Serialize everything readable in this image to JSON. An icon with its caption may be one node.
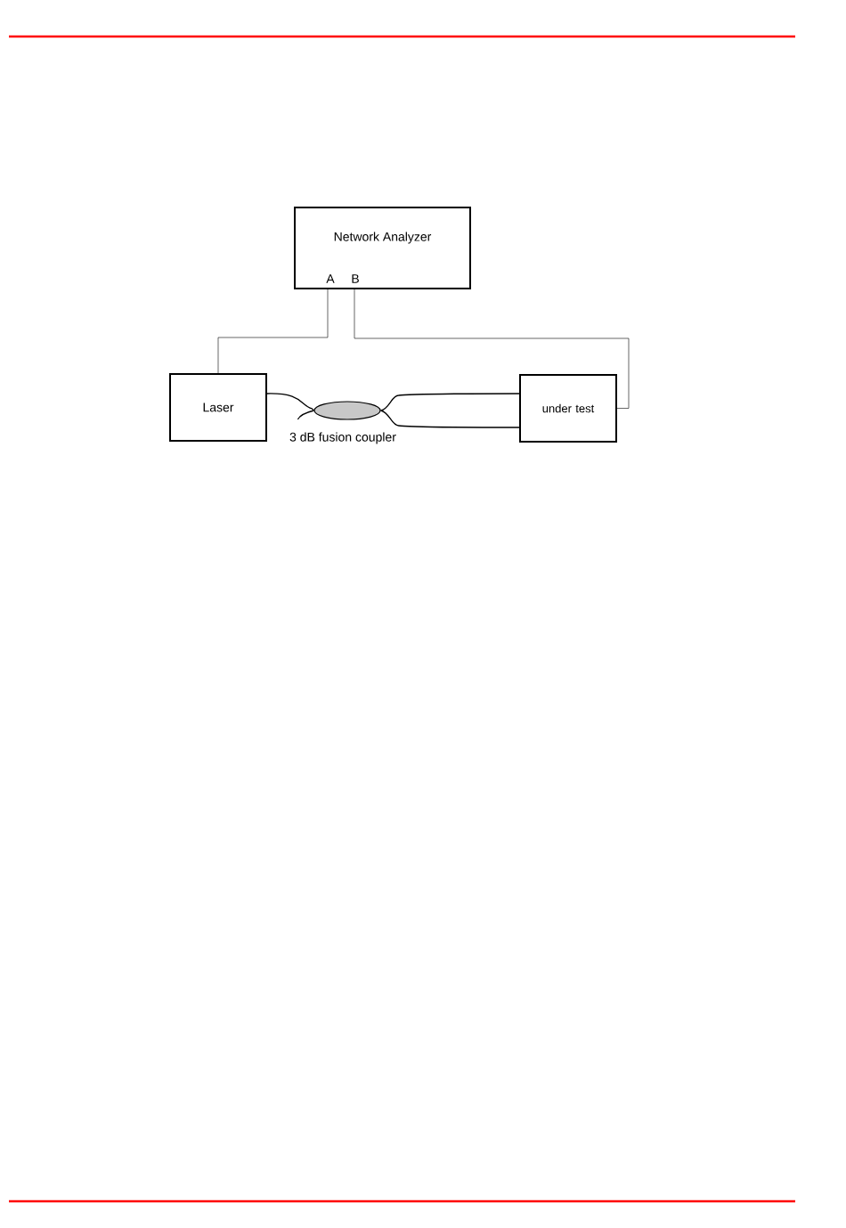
{
  "diagram": {
    "nodes": [
      {
        "text": [
          "Network Analyzer",
          "A",
          "B"
        ]
      },
      {
        "text": [
          "Laser"
        ]
      },
      {
        "text": [],
        "shape": "ellipse",
        "beside": [
          "3 dB fusion coupler"
        ]
      },
      {
        "text": [
          "under test"
        ]
      }
    ],
    "edges": [
      {
        "from": 0,
        "to": 1,
        "arrow": "none"
      },
      {
        "from": 0,
        "to": 3,
        "arrow": "none"
      },
      {
        "from": 1,
        "to": 2,
        "arrow": "none"
      },
      {
        "from": 2,
        "to": 3,
        "arrow": "none"
      },
      {
        "from": 2,
        "to": 3,
        "arrow": "none"
      },
      {
        "from": 2,
        "to": null,
        "arrow": "none"
      }
    ]
  }
}
